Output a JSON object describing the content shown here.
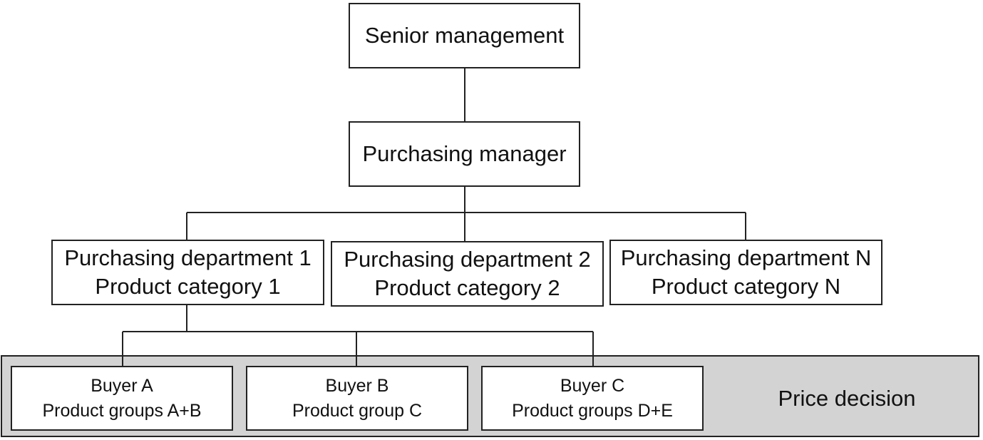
{
  "org_chart": {
    "senior_management": {
      "title": "Senior management"
    },
    "purchasing_manager": {
      "title": "Purchasing manager"
    },
    "departments": [
      {
        "name": "Purchasing department 1",
        "category": "Product category 1"
      },
      {
        "name": "Purchasing department 2",
        "category": "Product category 2"
      },
      {
        "name": "Purchasing department N",
        "category": "Product category N"
      }
    ],
    "buyers": [
      {
        "name": "Buyer A",
        "groups": "Product groups A+B"
      },
      {
        "name": "Buyer B",
        "groups": "Product group C"
      },
      {
        "name": "Buyer C",
        "groups": "Product groups D+E"
      }
    ],
    "price_decision_label": "Price decision"
  }
}
